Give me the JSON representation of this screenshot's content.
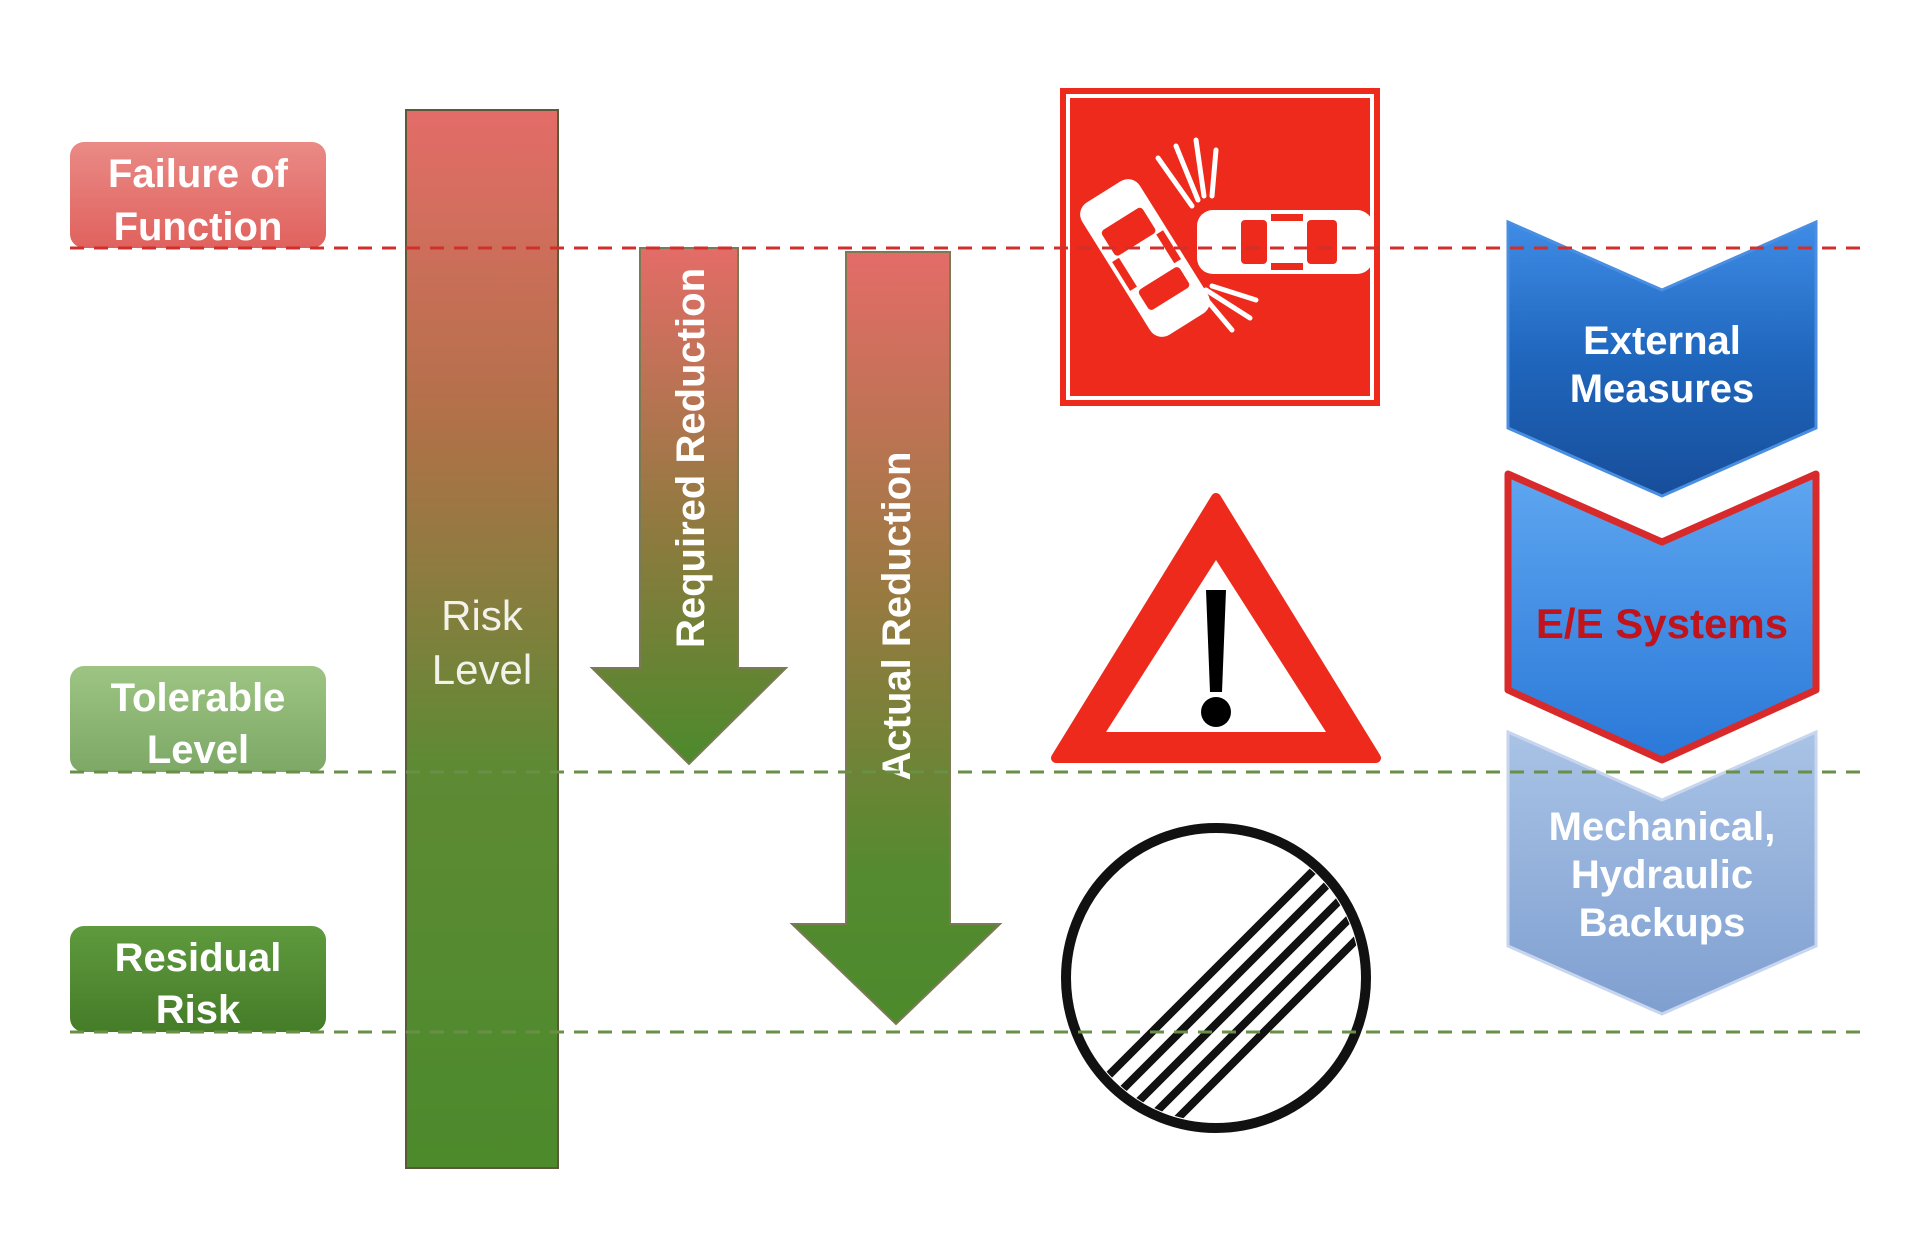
{
  "levels": {
    "failure": [
      "Failure of",
      "Function"
    ],
    "tolerable": [
      "Tolerable",
      "Level"
    ],
    "residual": [
      "Residual",
      "Risk"
    ]
  },
  "bars": {
    "risk_level": [
      "Risk",
      "Level"
    ],
    "required_reduction": "Required Reduction",
    "actual_reduction": "Actual Reduction"
  },
  "measures": {
    "external": [
      "External",
      "Measures"
    ],
    "ee_systems": "E/E Systems",
    "mechanical": [
      "Mechanical,",
      "Hydraulic",
      "Backups"
    ]
  },
  "icons": {
    "crash": "car-crash-icon",
    "warning": "warning-triangle-icon",
    "end_of_restrictions": "end-of-restrictions-sign-icon"
  },
  "colors": {
    "red": "#e06a66",
    "green": "#4f8a2e",
    "sign_red": "#ee2a1c",
    "blue_dark": "#1e63b8",
    "blue_mid": "#2f80e0",
    "blue_light": "#8fb0dc",
    "ee_text": "#c0131b"
  }
}
